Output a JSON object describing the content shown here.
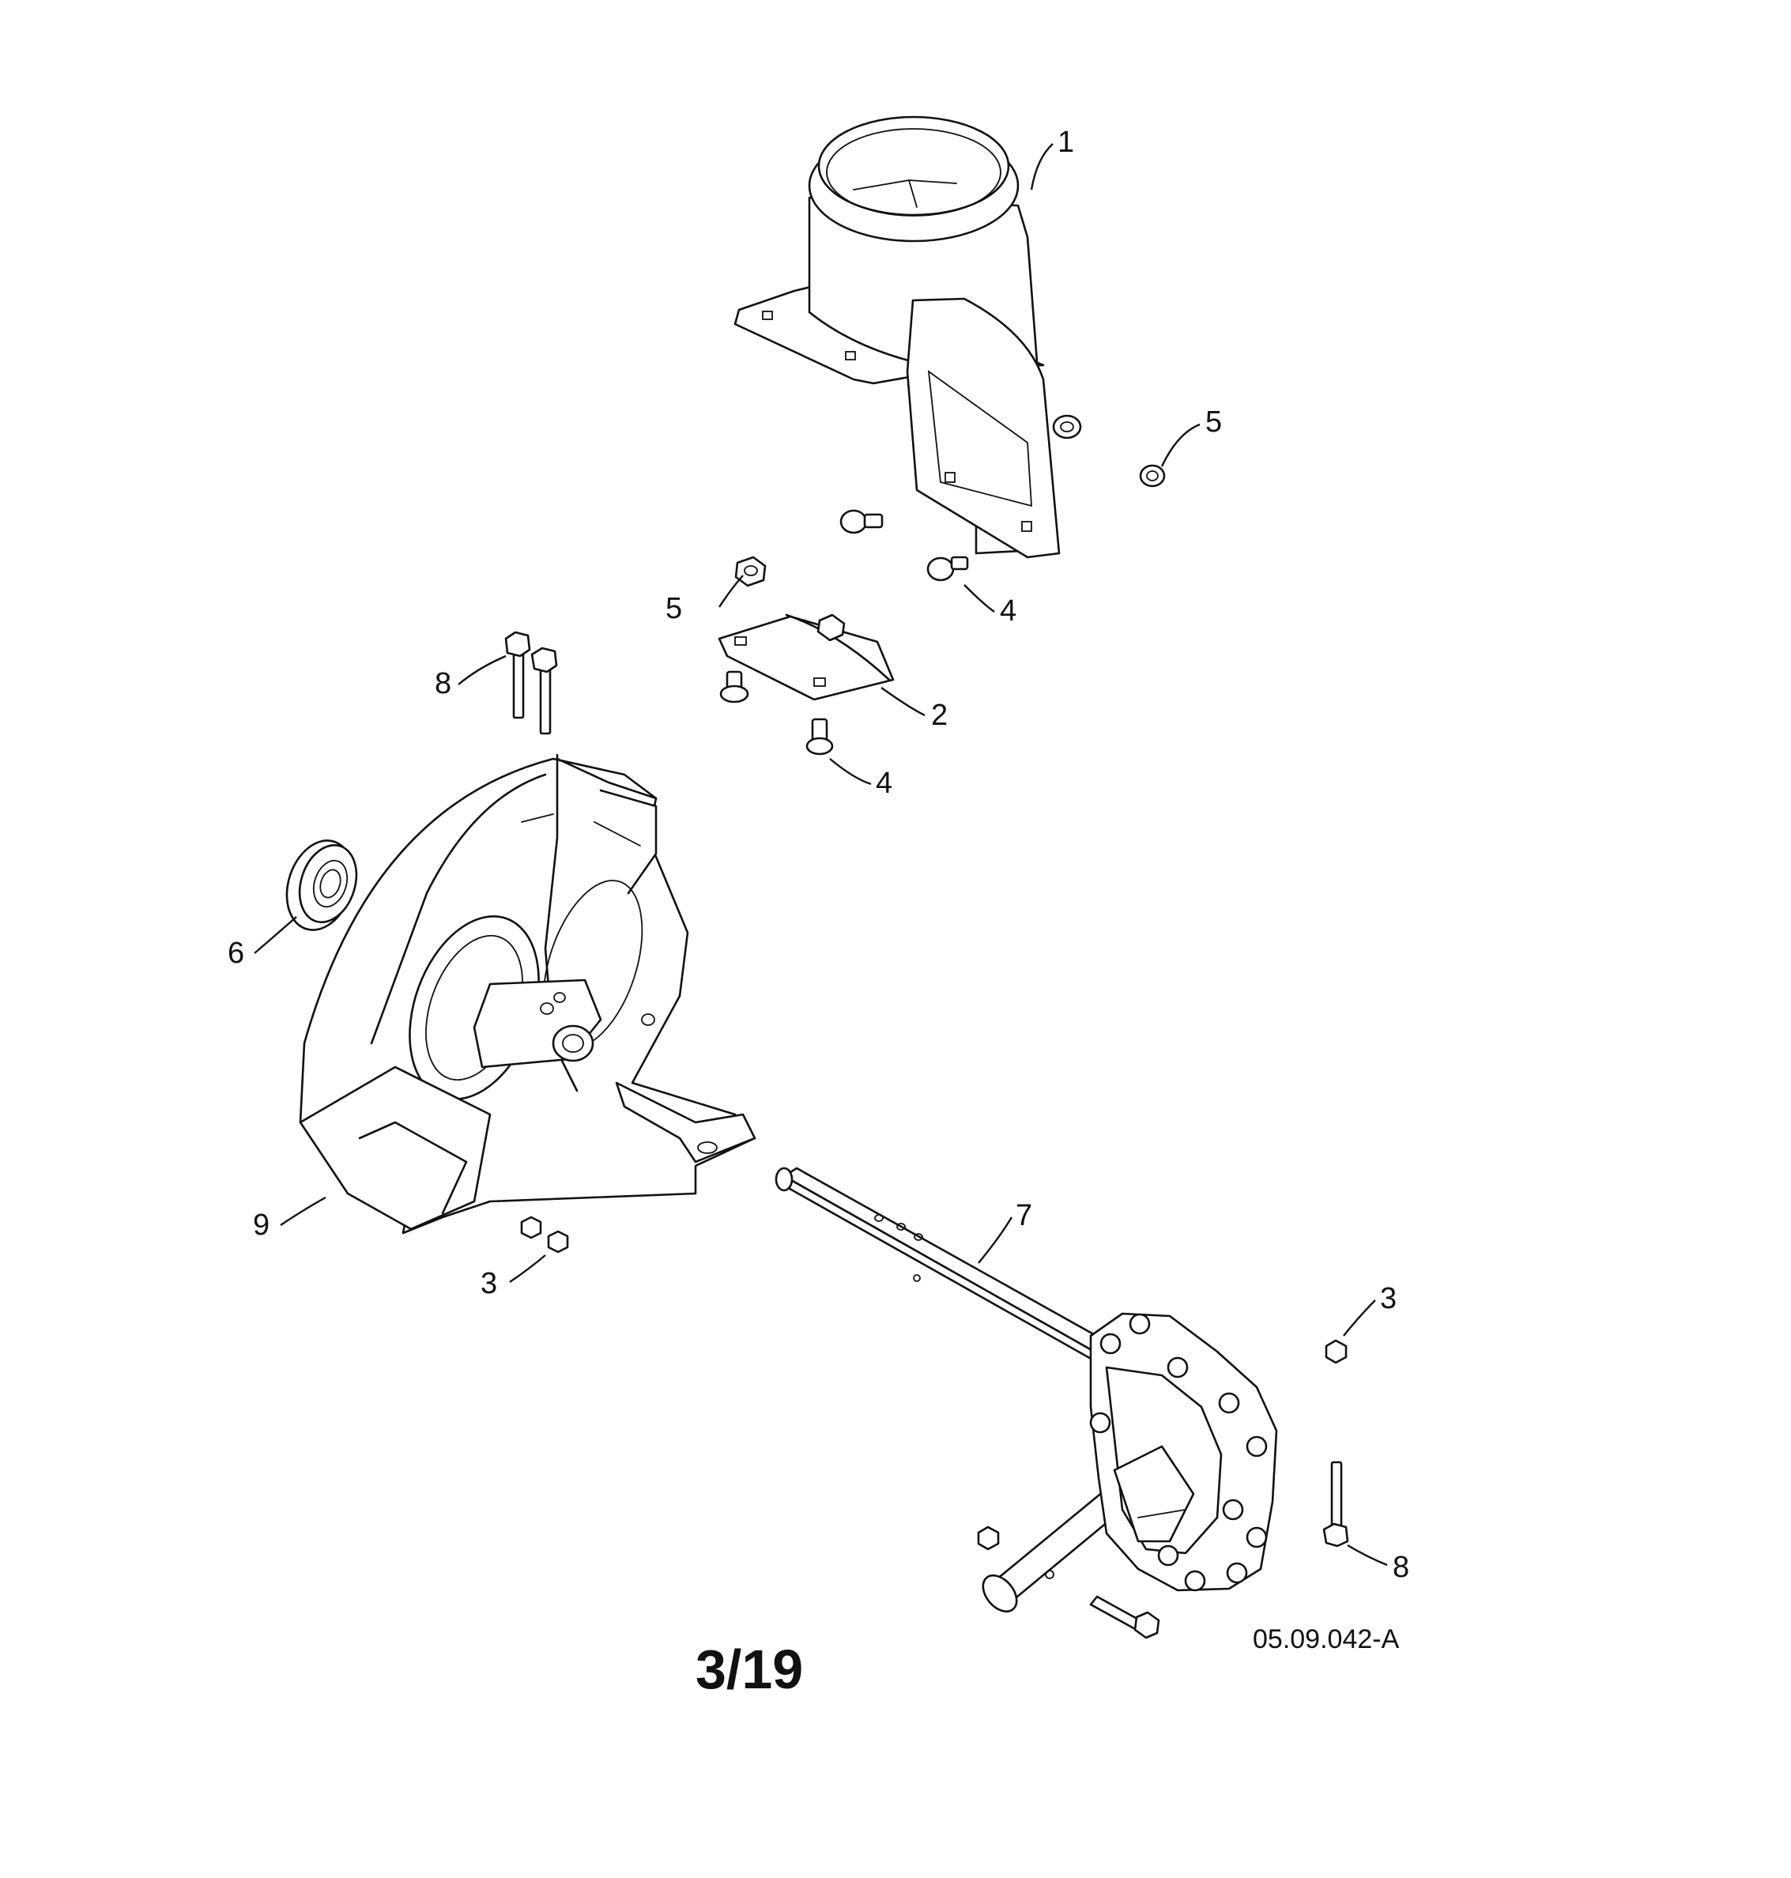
{
  "callouts": [
    "1",
    "5",
    "5",
    "4",
    "2",
    "4",
    "8",
    "6",
    "9",
    "3",
    "7",
    "3",
    "8"
  ],
  "page_number": "3/19",
  "drawing_code": "05.09.042-A"
}
